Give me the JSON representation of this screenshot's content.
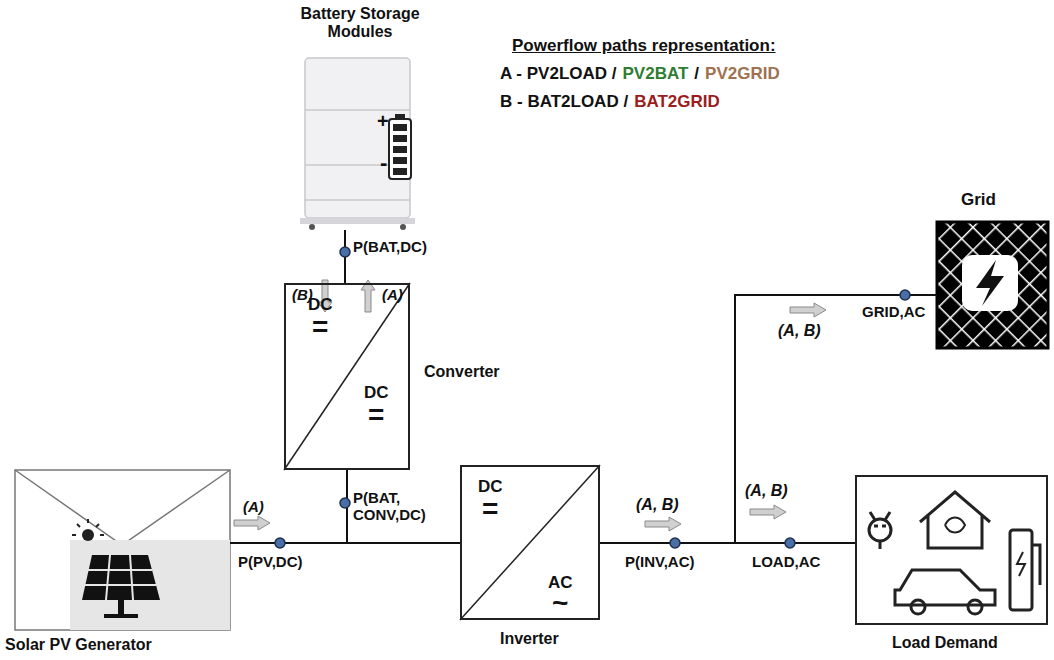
{
  "diagram": {
    "nodes": [
      {
        "text": [
          "Battery Storage Modules"
        ]
      },
      {
        "text": [
          "DC",
          "=",
          "DC",
          "=",
          "Converter"
        ]
      },
      {
        "text": [
          "DC",
          "=",
          "AC",
          "~",
          "Inverter"
        ]
      },
      {
        "text": [
          "Solar PV Generator"
        ]
      },
      {
        "text": [
          "Grid"
        ]
      },
      {
        "text": [
          "Load Demand"
        ]
      }
    ],
    "edges": [
      {
        "from": 0,
        "to": 1,
        "arrow": "none"
      },
      {
        "from": 1,
        "to": 2,
        "arrow": "none"
      },
      {
        "from": 3,
        "to": 2,
        "arrow": "none"
      },
      {
        "from": 2,
        "to": 5,
        "arrow": "none"
      },
      {
        "from": 2,
        "to": 4,
        "arrow": "none"
      }
    ],
    "labels": [
      "Powerflow paths representation:",
      "A -  PV2LOAD /",
      "PV2BAT",
      "/",
      "PV2GRID",
      "B - BAT2LOAD /",
      "BAT2GRID",
      "+",
      "-",
      "P(BAT,DC)",
      "(B)",
      "(A)",
      "(A)",
      "P(BAT, CONV,DC)",
      "P(PV,DC)",
      "(A, B)",
      "P(INV,AC)",
      "(A, B)",
      "LOAD,AC",
      "(A, B)",
      "GRID,AC"
    ]
  }
}
